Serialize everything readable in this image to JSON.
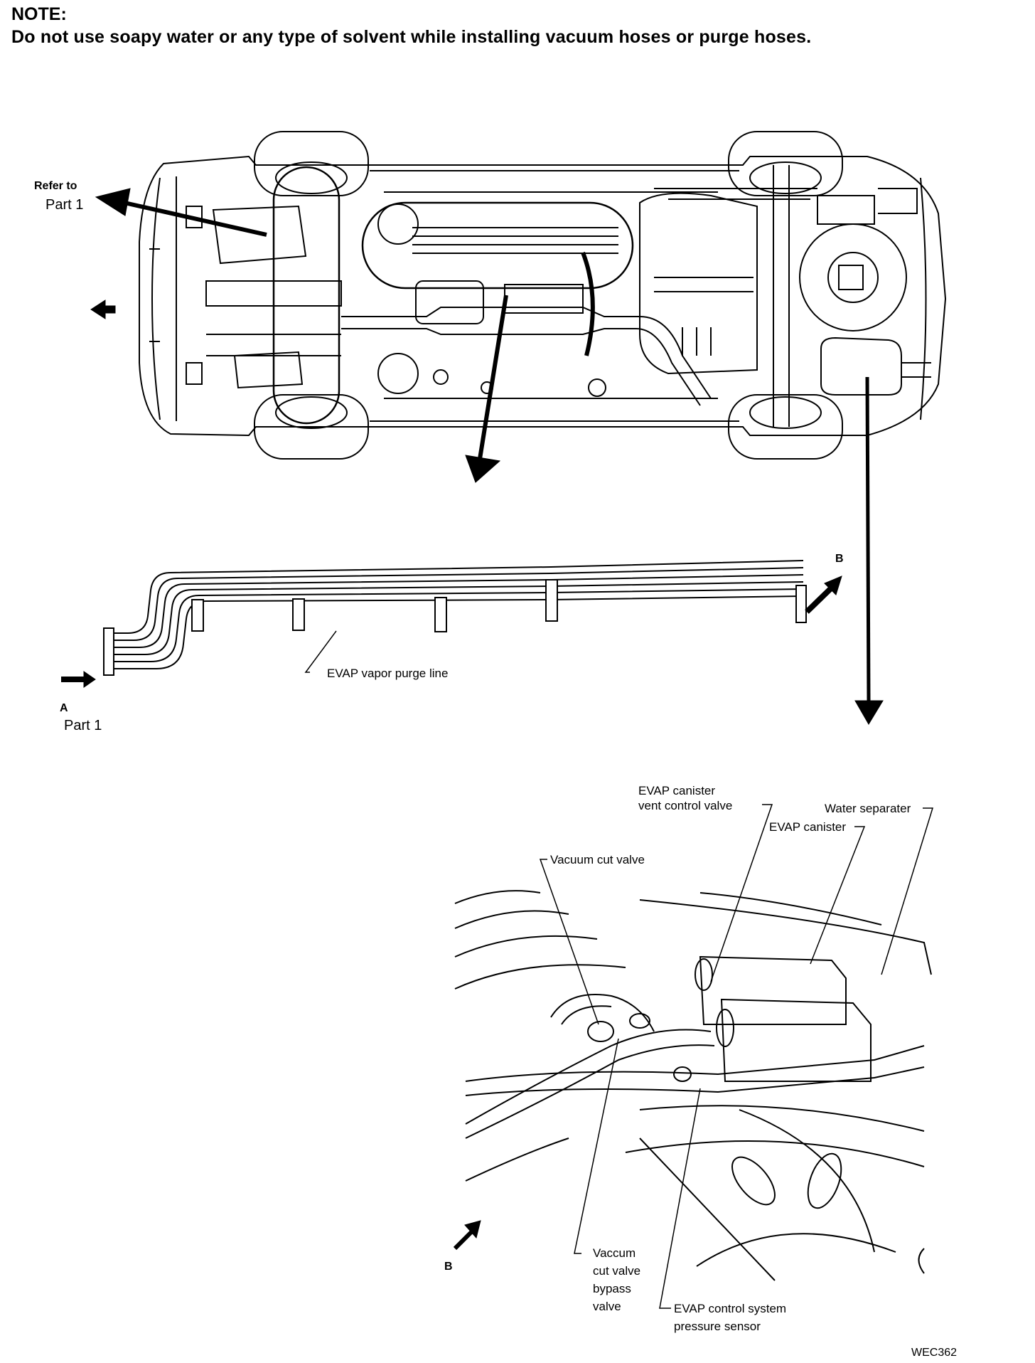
{
  "note": {
    "title": "NOTE:",
    "text": "Do not use soapy water or any type of solvent while installing vacuum hoses or purge hoses."
  },
  "top_view": {
    "refer_to": "Refer to",
    "part1": "Part 1"
  },
  "purge_line": {
    "label": "EVAP vapor purge line",
    "marker_a": "A",
    "part1": "Part 1",
    "marker_b": "B"
  },
  "detail": {
    "vent_valve_1": "EVAP canister",
    "vent_valve_2": "vent control valve",
    "water_separater": "Water separater",
    "canister": "EVAP canister",
    "vacuum_cut_valve": "Vacuum cut valve",
    "bypass_1": "Vaccum",
    "bypass_2": "cut valve",
    "bypass_3": "bypass",
    "bypass_4": "valve",
    "sensor_1": "EVAP control system",
    "sensor_2": "pressure sensor",
    "marker_b": "B"
  },
  "figure_code": "WEC362"
}
